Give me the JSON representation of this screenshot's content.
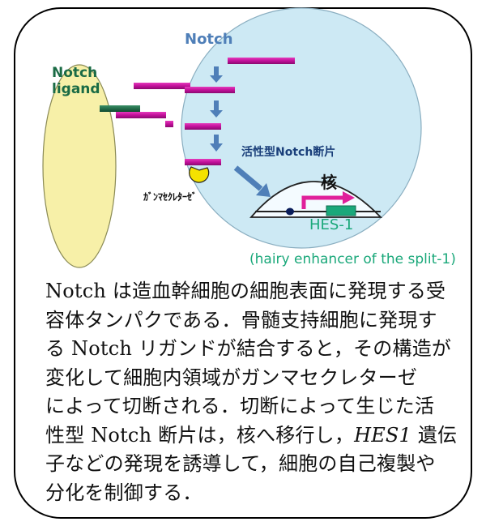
{
  "diagram": {
    "notch_label": "Notch",
    "ligand_label_line1": "Notch",
    "ligand_label_line2": "ligand",
    "active_fragment_label": "活性型Notch断片",
    "nucleus_label": "核",
    "gene_label": "HES-1",
    "gene_fullname": "(hairy enhancer of the split-1)",
    "enzyme_label": "ｶﾞﾝﾏｾｸﾚﾀｰｾﾞ"
  },
  "caption": {
    "line1": "Notch は造血幹細胞の細胞表面に発現する受",
    "line2": "容体タンパクである．骨髄支持細胞に発現す",
    "line3": "る Notch リガンドが結合すると，その構造が",
    "line4": "変化して細胞内領域がガンマセクレターゼ",
    "line5": "によって切断される．切断によって生じた活",
    "line6_a": "性型 Notch 断片は，核へ移行し，",
    "line6_b": "HES1",
    "line6_c": " 遺伝",
    "line7": "子などの発現を誘導して，細胞の自己複製や",
    "line8": "分化を制御する．"
  },
  "colors": {
    "ligand_cell": "#f7f0a8",
    "receiving_cell": "#cde9f4",
    "notch_bar": "#c2109a",
    "ligand_bar": "#1a6b45",
    "arrow": "#4f7fb8",
    "gene_text": "#1aa87a",
    "nucleus_arrow": "#e0209a",
    "enzyme": "#f4e200"
  }
}
